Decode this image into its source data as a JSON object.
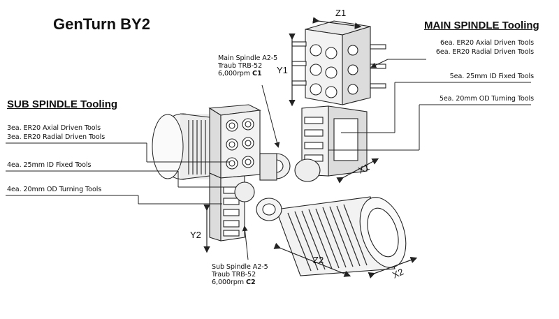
{
  "title": "GenTurn BY2",
  "main_spindle_heading": "MAIN SPINDLE Tooling",
  "sub_spindle_heading": "SUB SPINDLE Tooling",
  "main_spindle": {
    "line1": "Main Spindle A2-5",
    "line2": "Traub TRB-52",
    "line3_prefix": "6,000rpm",
    "line3_code": "C1"
  },
  "sub_spindle": {
    "line1": "Sub Spindle A2-5",
    "line2": "Traub TRB-52",
    "line3_prefix": "6,000rpm",
    "line3_code": "C2"
  },
  "main_tooling": {
    "axial": "6ea. ER20 Axial Driven Tools",
    "radial": "6ea. ER20 Radial Driven Tools",
    "id_fixed": "5ea. 25mm  ID Fixed Tools",
    "od_turning": "5ea. 20mm  OD Turning Tools"
  },
  "sub_tooling": {
    "axial": "3ea. ER20 Axial Driven Tools",
    "radial": "3ea. ER20 Radial Driven Tools",
    "id_fixed": "4ea. 25mm  ID Fixed Tools",
    "od_turning": "4ea. 20mm  OD Turning Tools"
  },
  "axes": {
    "z1": "Z1",
    "y1": "Y1",
    "x1": "X1",
    "y2": "Y2",
    "z2": "Z2",
    "x2": "X2"
  }
}
